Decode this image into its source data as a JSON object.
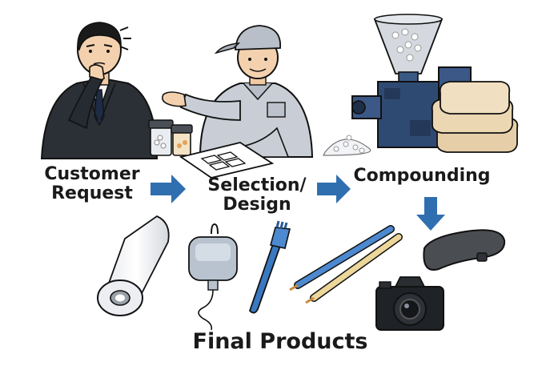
{
  "steps": {
    "customer_request": {
      "line1": "Customer",
      "line2": "Request"
    },
    "selection_design": {
      "line1": "Selection/",
      "line2": "Design"
    },
    "compounding": {
      "label": "Compounding"
    }
  },
  "final_products": {
    "label": "Final Products"
  },
  "icons": [
    "businessman-icon",
    "technician-icon",
    "sample-jars-icon",
    "design-sheet-icon",
    "hopper-icon",
    "extruder-machine-icon",
    "pellets-icon",
    "product-bags-icon",
    "film-roll-icon",
    "iv-bag-icon",
    "toothbrush-icon",
    "cables-icon",
    "camera-icon",
    "rubber-pad-icon",
    "arrow-right-icon",
    "arrow-down-icon"
  ],
  "colors": {
    "suit": "#2b2f36",
    "technician_shirt": "#c9ced6",
    "machine_blue": "#2f4a72",
    "arrow_blue": "#2f6fb0",
    "bag_tan": "#e6cfa8"
  }
}
